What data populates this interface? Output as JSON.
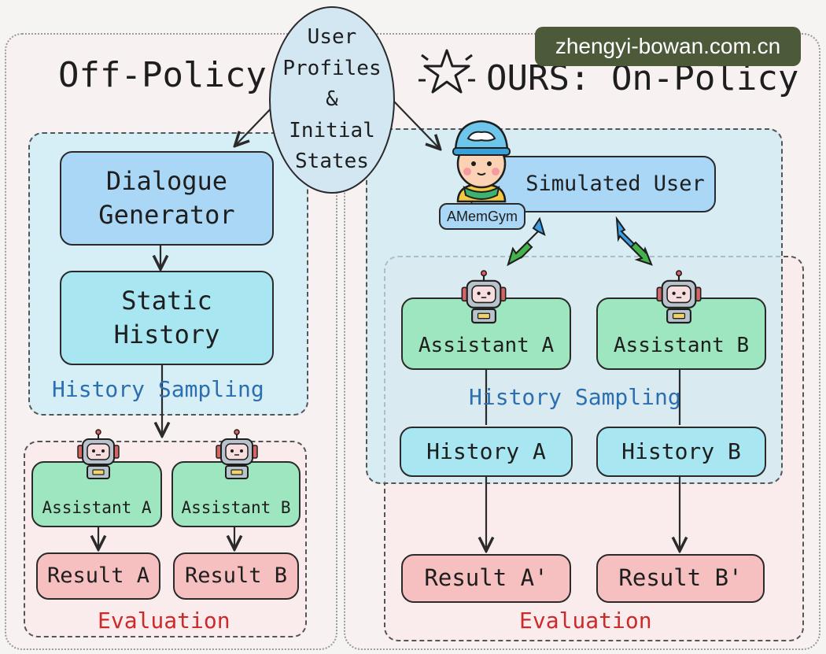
{
  "watermark": "zhengyi-bowan.com.cn",
  "left": {
    "title": "Off-Policy",
    "dialogue_generator": "Dialogue\nGenerator",
    "static_history": "Static\nHistory",
    "history_sampling": "History Sampling",
    "assistant_a": "Assistant A",
    "assistant_b": "Assistant B",
    "result_a": "Result A",
    "result_b": "Result B",
    "evaluation": "Evaluation"
  },
  "center": {
    "profiles": "User\nProfiles\n&\nInitial\nStates"
  },
  "right": {
    "title": "OURS: On-Policy",
    "simulated_user": "Simulated User",
    "badge": "AMemGym",
    "assistant_a": "Assistant A",
    "assistant_b": "Assistant B",
    "history_sampling": "History Sampling",
    "history_a": "History A",
    "history_b": "History B",
    "result_a": "Result A'",
    "result_b": "Result B'",
    "evaluation": "Evaluation"
  },
  "colors": {
    "blue_box": "#a9d7f5",
    "cyan_box": "#a8e6f2",
    "green_box": "#9ee6bf",
    "pink_box": "#f6c0c0",
    "sampling_text": "#2c6fb0",
    "evaluation_text": "#cc2a2a"
  },
  "icons": [
    "star-icon",
    "user-avatar-icon",
    "robot-icon",
    "bidirectional-arrow-icon"
  ]
}
